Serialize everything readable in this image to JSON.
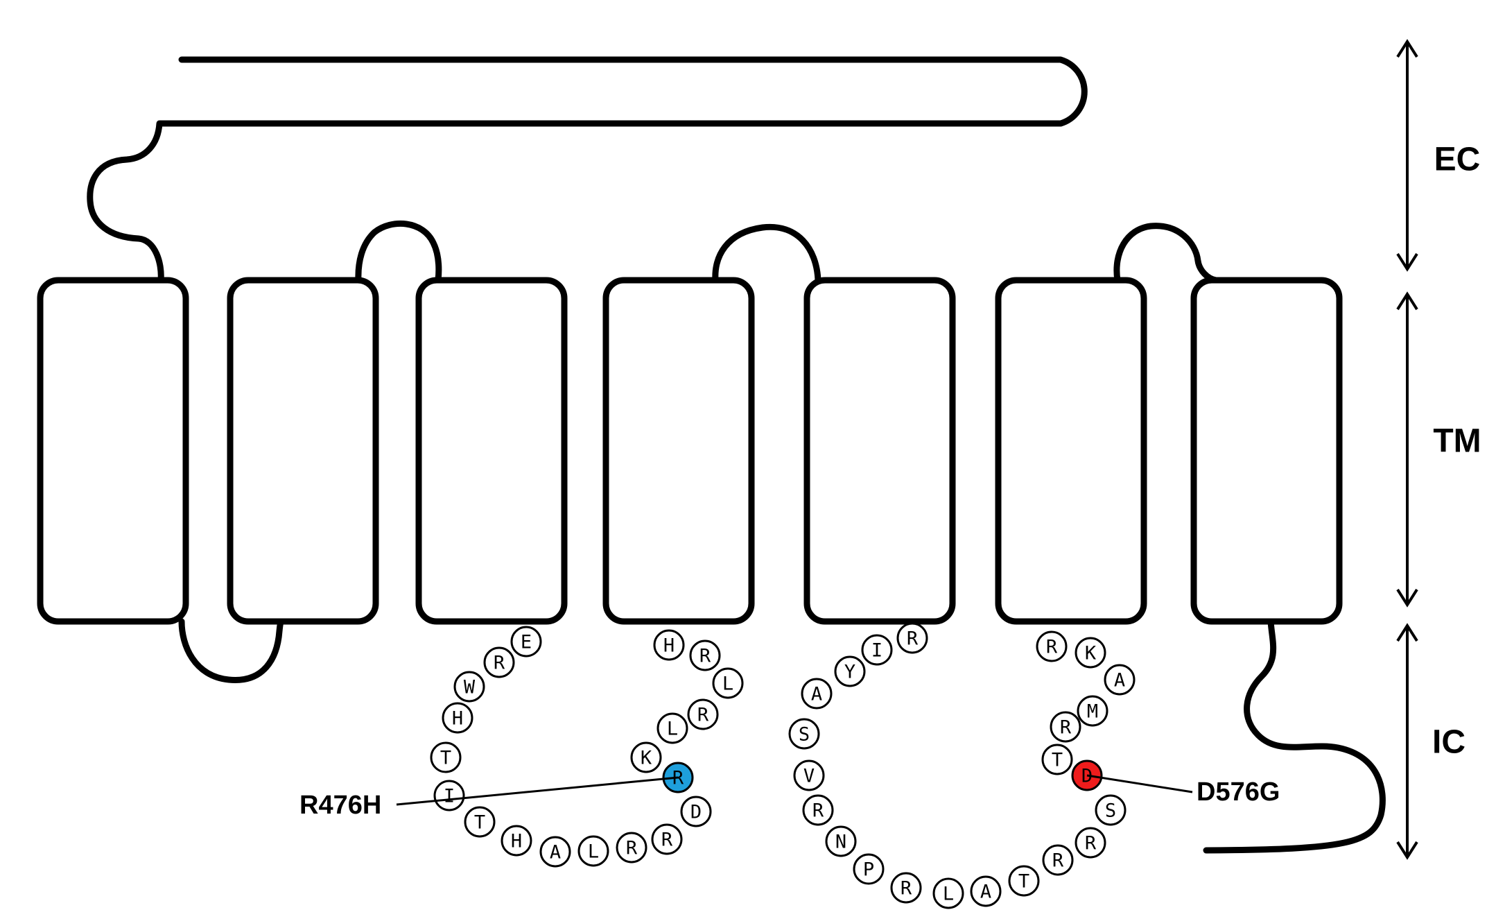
{
  "regions": [
    {
      "id": "extracellular",
      "label": "EC"
    },
    {
      "id": "transmembrane",
      "label": "TM"
    },
    {
      "id": "intracellular",
      "label": "IC"
    }
  ],
  "helix_count": 7,
  "loops": [
    {
      "id": "ic-loop-2",
      "residues": [
        "E",
        "R",
        "W",
        "H",
        "T",
        "I",
        "T",
        "H",
        "A",
        "L",
        "R",
        "R",
        "D",
        "R",
        "K",
        "L",
        "R",
        "L",
        "R",
        "H"
      ]
    },
    {
      "id": "ic-loop-3a",
      "residues": [
        "R",
        "I",
        "Y",
        "A",
        "S",
        "V",
        "R",
        "N",
        "P",
        "R",
        "L",
        "A",
        "T",
        "R",
        "R",
        "S"
      ]
    },
    {
      "id": "ic-loop-3b",
      "residues": [
        "D",
        "T",
        "R",
        "M",
        "A",
        "K",
        "R"
      ]
    }
  ],
  "mutations": [
    {
      "label": "R476H",
      "loop": "ic-loop-2",
      "residue_index": 13,
      "color": "#1e9fdc"
    },
    {
      "label": "D576G",
      "loop": "ic-loop-3b",
      "residue_index": 0,
      "color": "#ee1c1c"
    }
  ],
  "colors": {
    "outline": "#000000",
    "background": "#ffffff"
  }
}
